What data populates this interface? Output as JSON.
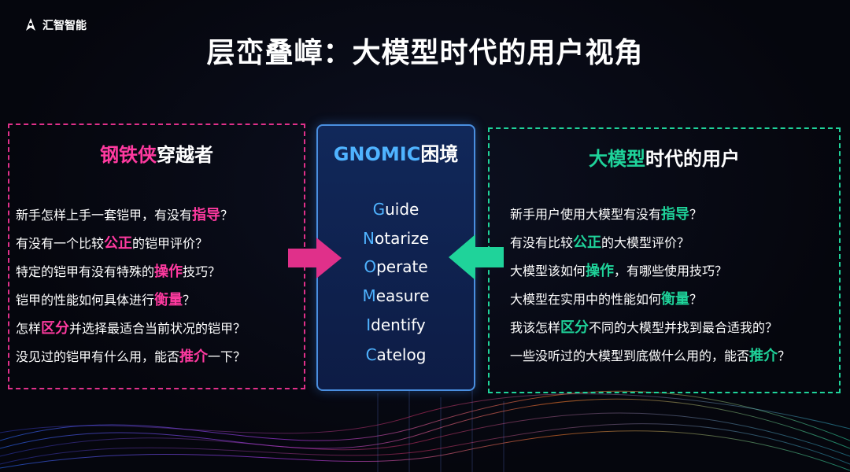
{
  "brand": {
    "name": "汇智智能"
  },
  "title": "层峦叠嶂：大模型时代的用户视角",
  "colors": {
    "pink": "#e0308a",
    "green": "#1fd39a",
    "blue": "#4fb3ff",
    "panel_blue": "#11285a"
  },
  "left_panel": {
    "heading_highlight": "钢铁侠",
    "heading_rest": "穿越者",
    "questions": [
      {
        "before": "新手怎样上手一套铠甲，有没有",
        "keyword": "指导",
        "after": "？"
      },
      {
        "before": "有没有一个比较",
        "keyword": "公正",
        "after": "的铠甲评价？"
      },
      {
        "before": "特定的铠甲有没有特殊的",
        "keyword": "操作",
        "after": "技巧？"
      },
      {
        "before": "铠甲的性能如何具体进行",
        "keyword": "衡量",
        "after": "？"
      },
      {
        "before": "怎样",
        "keyword": "区分",
        "after": "并选择最适合当前状况的铠甲？"
      },
      {
        "before": "没见过的铠甲有什么用，能否",
        "keyword": "推介",
        "after": "一下？"
      }
    ]
  },
  "middle_panel": {
    "heading_prefix": "GNOMIC",
    "heading_suffix": "困境",
    "items": [
      {
        "first": "G",
        "rest": "uide"
      },
      {
        "first": "N",
        "rest": "otarize"
      },
      {
        "first": "O",
        "rest": "perate"
      },
      {
        "first": "M",
        "rest": "easure"
      },
      {
        "first": "I",
        "rest": "dentify"
      },
      {
        "first": "C",
        "rest": "atelog"
      }
    ]
  },
  "right_panel": {
    "heading_highlight": "大模型",
    "heading_rest": "时代的用户",
    "questions": [
      {
        "before": "新手用户使用大模型有没有",
        "keyword": "指导",
        "after": "？"
      },
      {
        "before": "有没有比较",
        "keyword": "公正",
        "after": "的大模型评价？"
      },
      {
        "before": "大模型该如何",
        "keyword": "操作",
        "after": "，有哪些使用技巧？"
      },
      {
        "before": "大模型在实用中的性能如何",
        "keyword": "衡量",
        "after": "？"
      },
      {
        "before": "我该怎样",
        "keyword": "区分",
        "after": "不同的大模型并找到最合适我的？"
      },
      {
        "before": "一些没听过的大模型到底做什么用的，能否",
        "keyword": "推介",
        "after": "？"
      }
    ]
  }
}
